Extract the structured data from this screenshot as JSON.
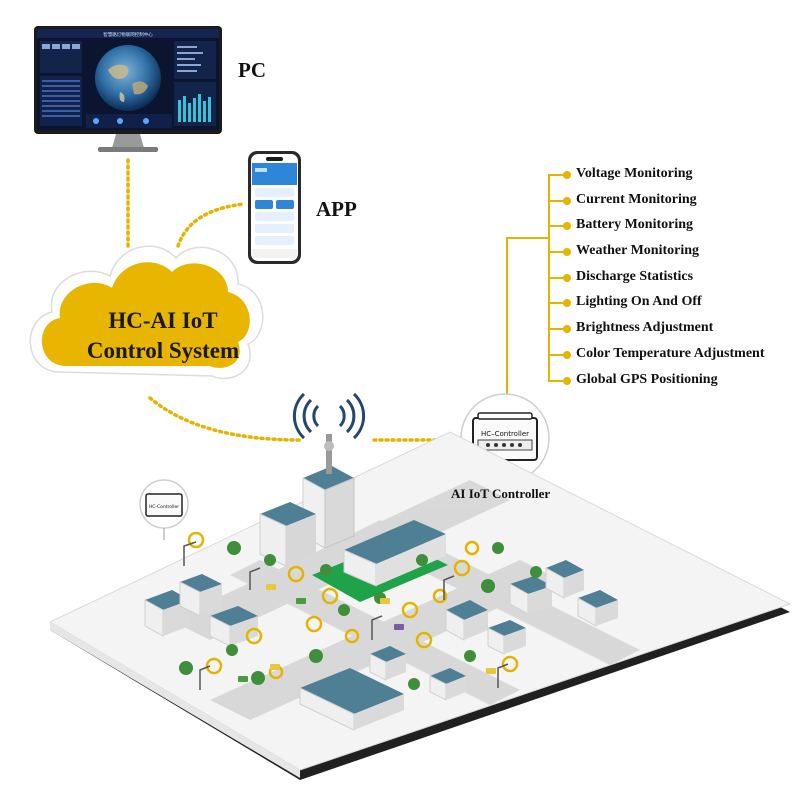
{
  "labels": {
    "pc": "PC",
    "app": "APP",
    "cloud_line1": "HC-AI IoT",
    "cloud_line2": "Control System",
    "controller": "AI IoT Controller",
    "controller_device_text": "HC–Controller",
    "small_controller_text": "HC-Controller",
    "monitor_header": "智慧路灯物联网控制中心"
  },
  "features": [
    "Voltage Monitoring",
    "Current Monitoring",
    "Battery Monitoring",
    "Weather Monitoring",
    "Discharge Statistics",
    "Lighting On And Off",
    "Brightness Adjustment",
    "Color Temperature Adjustment",
    "Global GPS Positioning"
  ],
  "colors": {
    "accent": "#e5b400",
    "cloud_fill": "#e8b500",
    "monitor_bg": "#0b1530",
    "roof": "#4f7f95",
    "building": "#e9e9e9",
    "tree": "#3f8f3a"
  }
}
